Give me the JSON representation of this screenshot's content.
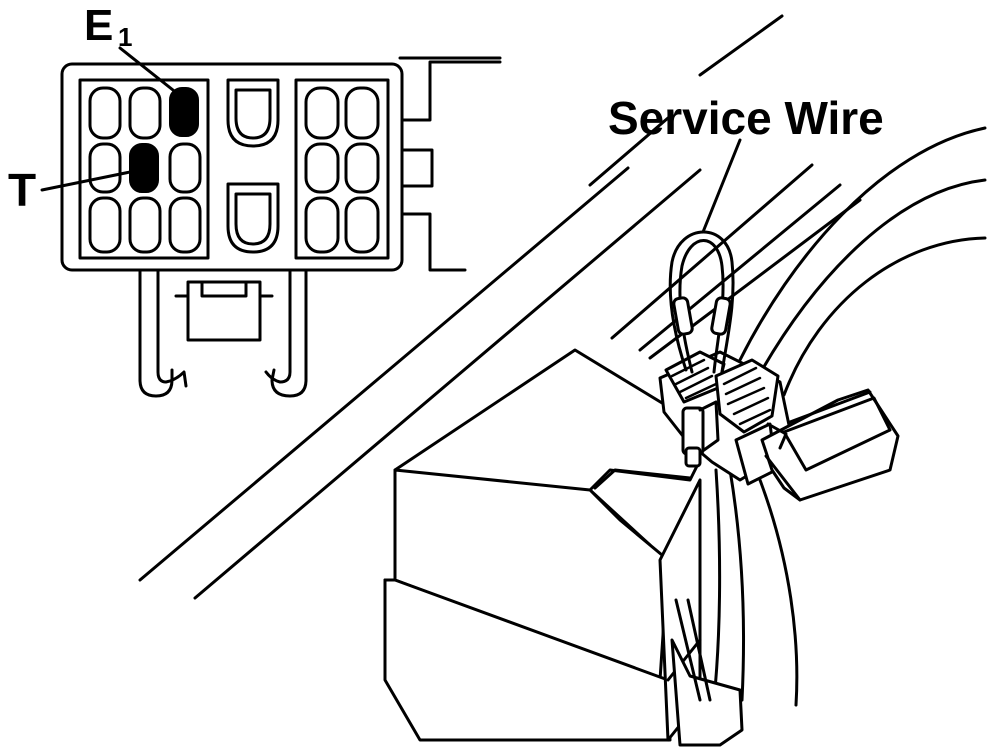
{
  "labels": {
    "e1_main": "E",
    "e1_sub": "1",
    "t": "T",
    "service_wire": "Service Wire"
  },
  "colors": {
    "ink": "#000000",
    "paper": "#ffffff"
  }
}
